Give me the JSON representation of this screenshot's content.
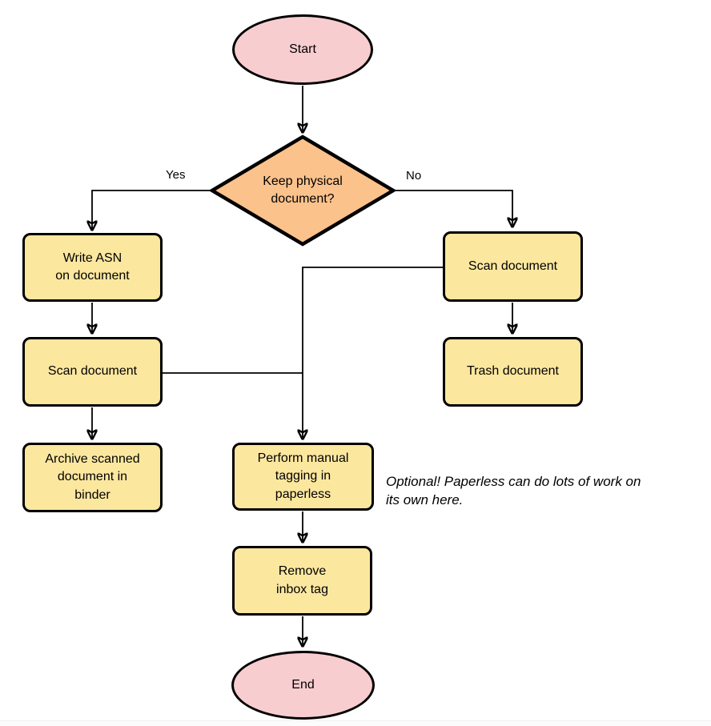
{
  "nodes": {
    "start": {
      "label": "Start",
      "type": "terminator"
    },
    "decision": {
      "label": "Keep physical\ndocument?",
      "type": "decision"
    },
    "write_asn": {
      "label": "Write ASN\non document",
      "type": "process"
    },
    "scan_left": {
      "label": "Scan document",
      "type": "process"
    },
    "archive": {
      "label": "Archive scanned\ndocument in\nbinder",
      "type": "process"
    },
    "scan_right": {
      "label": "Scan document",
      "type": "process"
    },
    "trash": {
      "label": "Trash document",
      "type": "process"
    },
    "tagging": {
      "label": "Perform manual\ntagging in\npaperless",
      "type": "process"
    },
    "remove_inbox": {
      "label": "Remove\ninbox tag",
      "type": "process"
    },
    "end": {
      "label": "End",
      "type": "terminator"
    }
  },
  "edge_labels": {
    "yes": "Yes",
    "no": "No"
  },
  "annotation": {
    "text": "Optional! Paperless can do lots of work on\nits own here."
  },
  "colors": {
    "terminator_fill": "#f8cdd0",
    "decision_fill": "#fbc28c",
    "process_fill": "#fce79f",
    "stroke": "#000000",
    "background": "#ffffff"
  }
}
